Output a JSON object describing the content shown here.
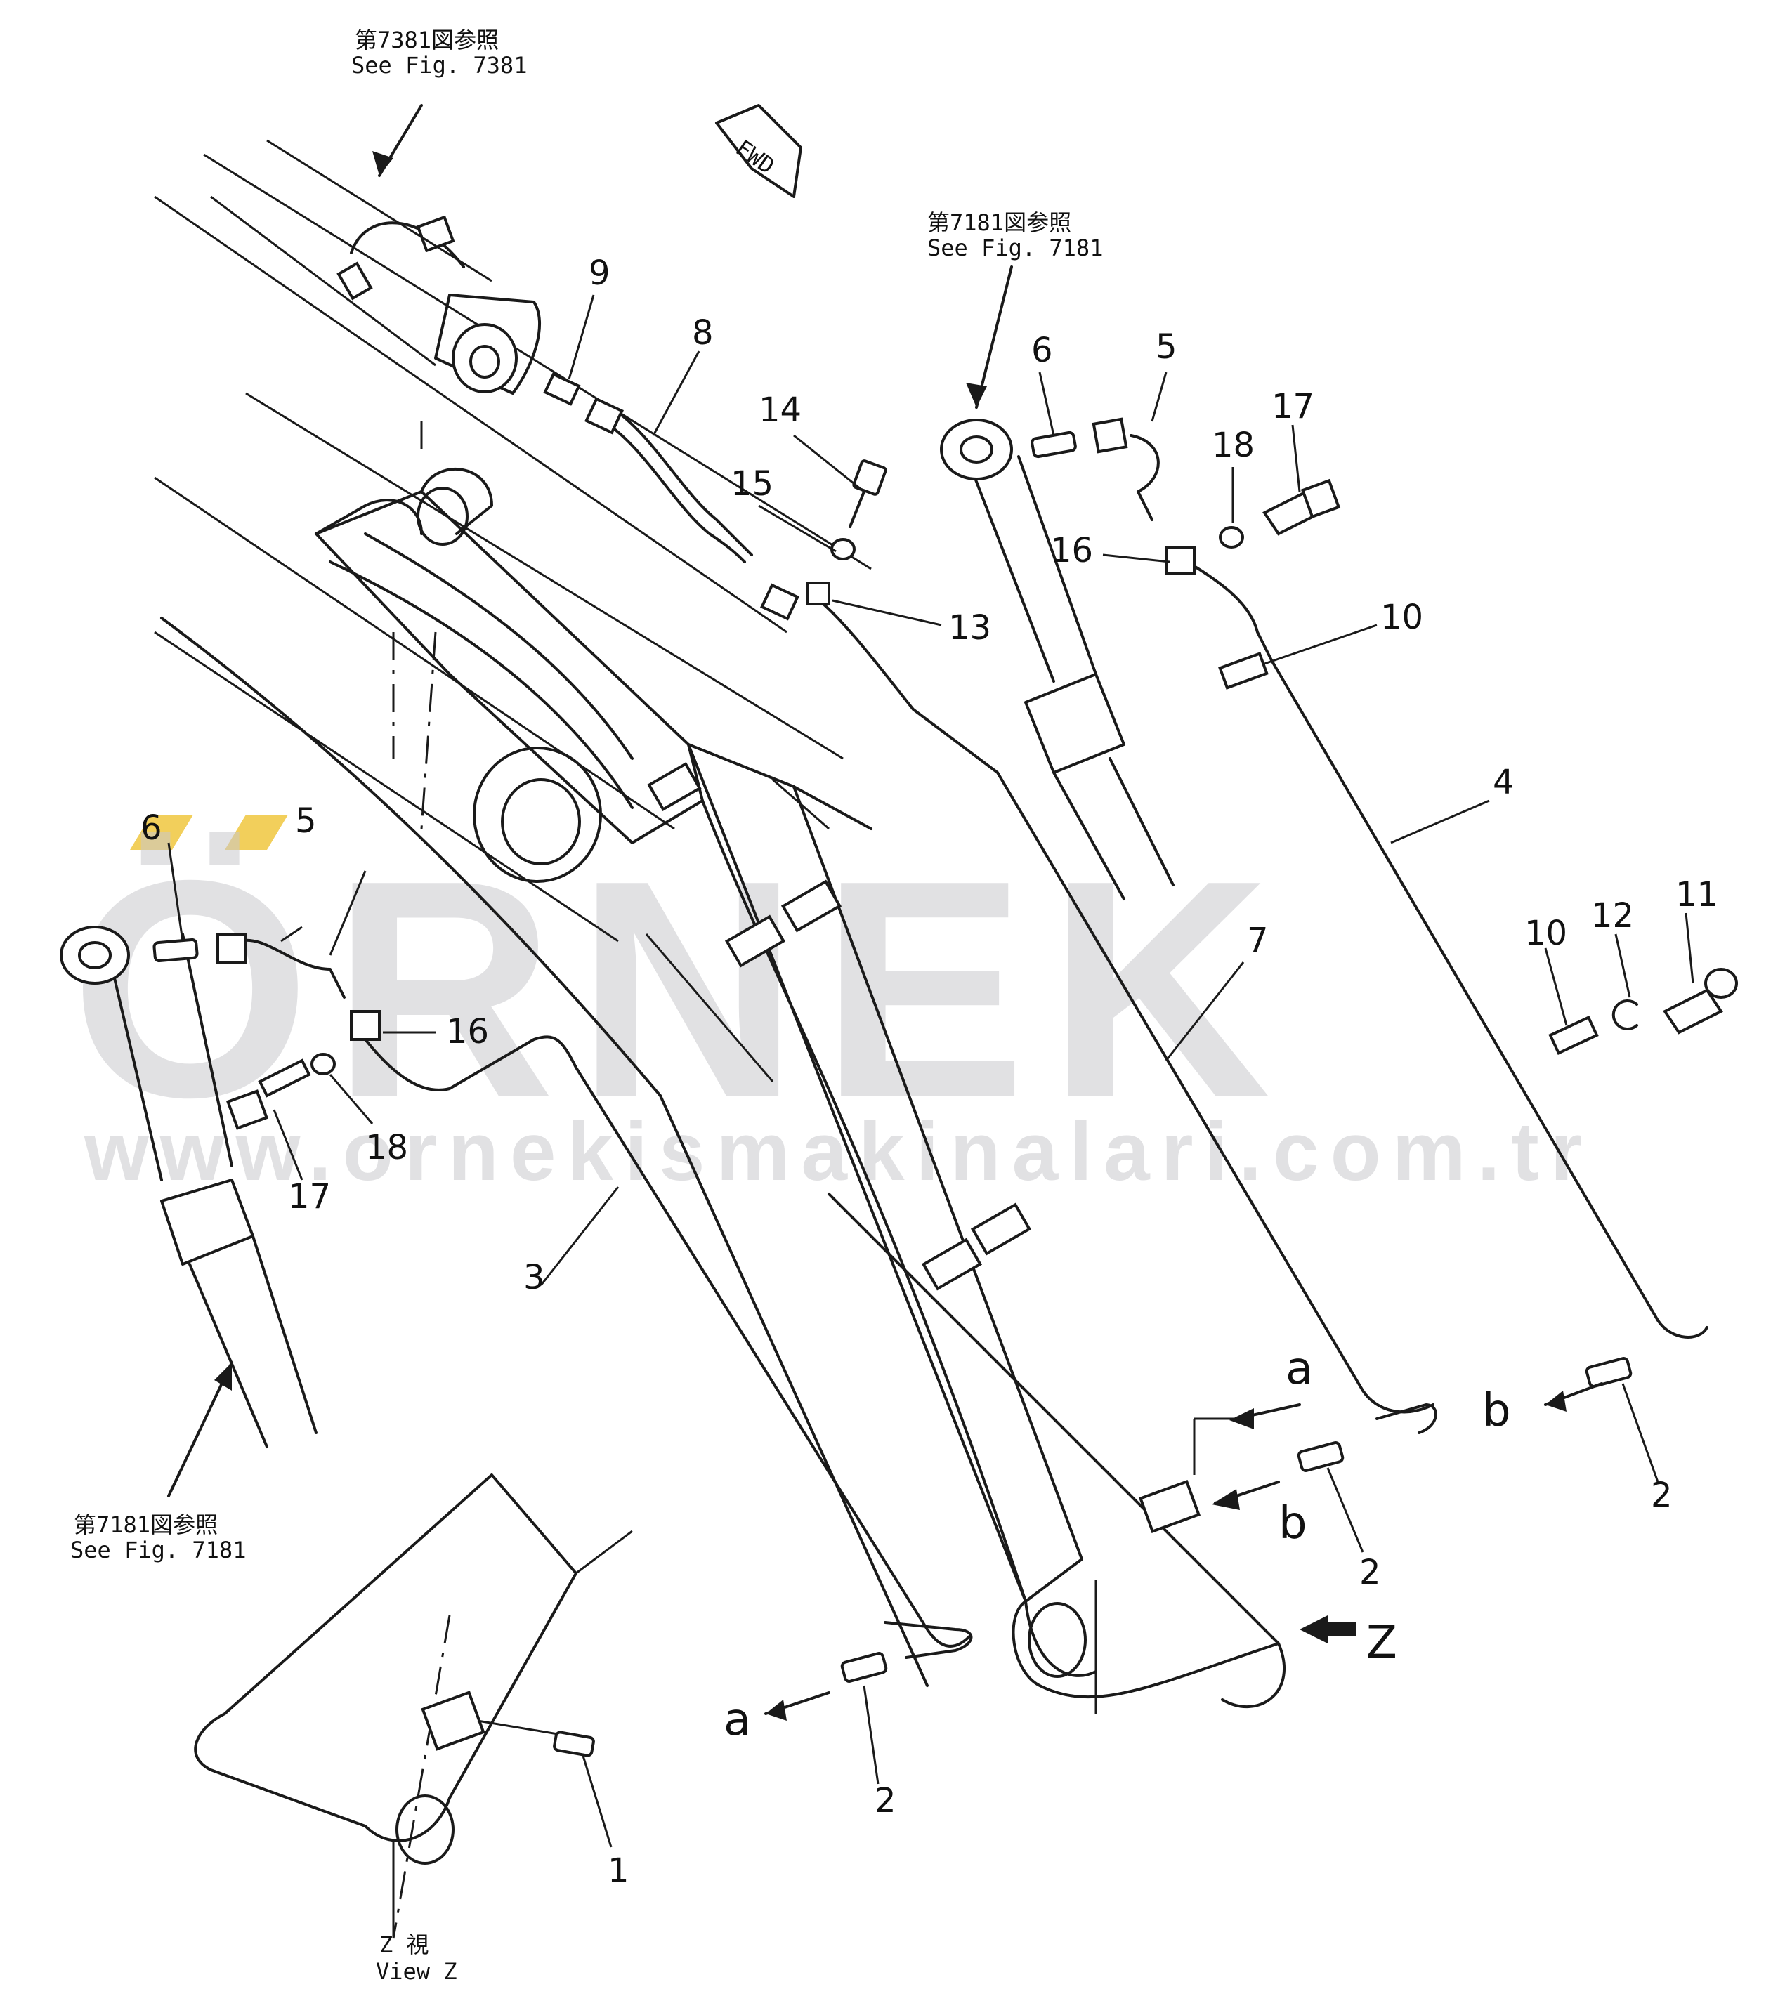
{
  "watermark": {
    "brand": "ÖRNEK",
    "url": "www.ornekismakinalari.com.tr",
    "accent": "#f2cf5b"
  },
  "references": {
    "top_left": {
      "jp": "第7381図参照",
      "en": "See  Fig. 7381"
    },
    "top_right": {
      "jp": "第7181図参照",
      "en": "See  Fig. 7181"
    },
    "bottom_left": {
      "jp": "第7181図参照",
      "en": "See  Fig. 7181"
    },
    "view_z": {
      "jp": "Z   視",
      "en": "View Z"
    }
  },
  "direction_tag": "FWD",
  "view_marker": "Z",
  "flow_markers": {
    "a": "a",
    "b": "b"
  },
  "callouts": {
    "p1": "1",
    "p2a": "2",
    "p2b": "2",
    "p2c": "2",
    "p3": "3",
    "p4": "4",
    "p5a": "5",
    "p5b": "5",
    "p6a": "6",
    "p6b": "6",
    "p7": "7",
    "p8": "8",
    "p9": "9",
    "p10a": "10",
    "p10b": "10",
    "p11": "11",
    "p12": "12",
    "p13": "13",
    "p14": "14",
    "p15": "15",
    "p16a": "16",
    "p16b": "16",
    "p17a": "17",
    "p17b": "17",
    "p18a": "18",
    "p18b": "18"
  }
}
